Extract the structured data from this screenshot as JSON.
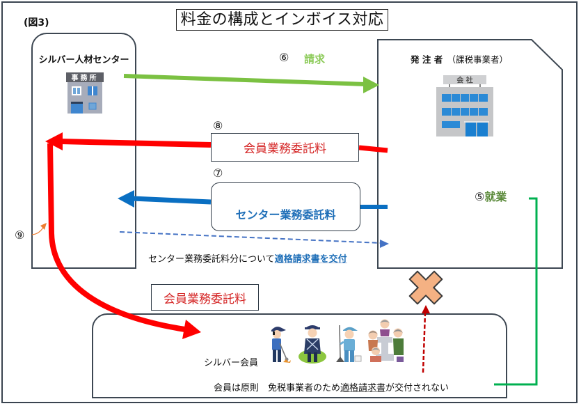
{
  "figure_label": "(図3)",
  "title": "料金の構成とインボイス対応",
  "center": {
    "name": "シルバー人材センター",
    "icon": "office-building-icon",
    "icon_sign": "事務所"
  },
  "client": {
    "name": "発 注 者",
    "tax_status": "　（課税事業者）",
    "icon": "company-building-icon",
    "icon_sign": "会 社"
  },
  "flows": {
    "request": {
      "number": "⑥",
      "label": "請求",
      "direction": "center-to-client"
    },
    "member_fee": {
      "number": "⑧",
      "label": "会員業務委託料",
      "direction": "client-to-center"
    },
    "center_fee": {
      "number": "⑦",
      "label": "センター業務委託料",
      "direction": "client-to-center"
    },
    "invoice_note": {
      "prefix": "センター業務委託料分について",
      "highlight": "適格請求書を交付",
      "direction": "center-to-client"
    },
    "distribution": {
      "number": "⑨",
      "label": "会員業務委託料",
      "direction": "center-to-members"
    },
    "work": {
      "number": "⑤",
      "label": "就業",
      "direction": "members-to-client"
    },
    "blocked_invoice": {
      "icon": "cross-mark-icon",
      "direction": "members-to-client"
    }
  },
  "members": {
    "label": "シルバー会員",
    "illustrations": [
      "grass-trimming-worker",
      "gardener",
      "cleaning-worker",
      "elderly-group"
    ],
    "note_prefix": "会員は原則　免税事業者のため",
    "note_highlight": "適格請求書",
    "note_suffix": "が交付されない"
  },
  "colors": {
    "request_arrow": "#7BC142",
    "member_fee_arrow": "#FF0000",
    "member_fee_text": "#D42222",
    "center_fee_arrow": "#0A6FC2",
    "center_fee_text": "#1F6FB8",
    "invoice_dashed": "#4472C4",
    "work_line": "#00B050",
    "work_text": "#5B8A3A",
    "cross_mark": "#F4B183",
    "blocked_dashed": "#C00000"
  }
}
